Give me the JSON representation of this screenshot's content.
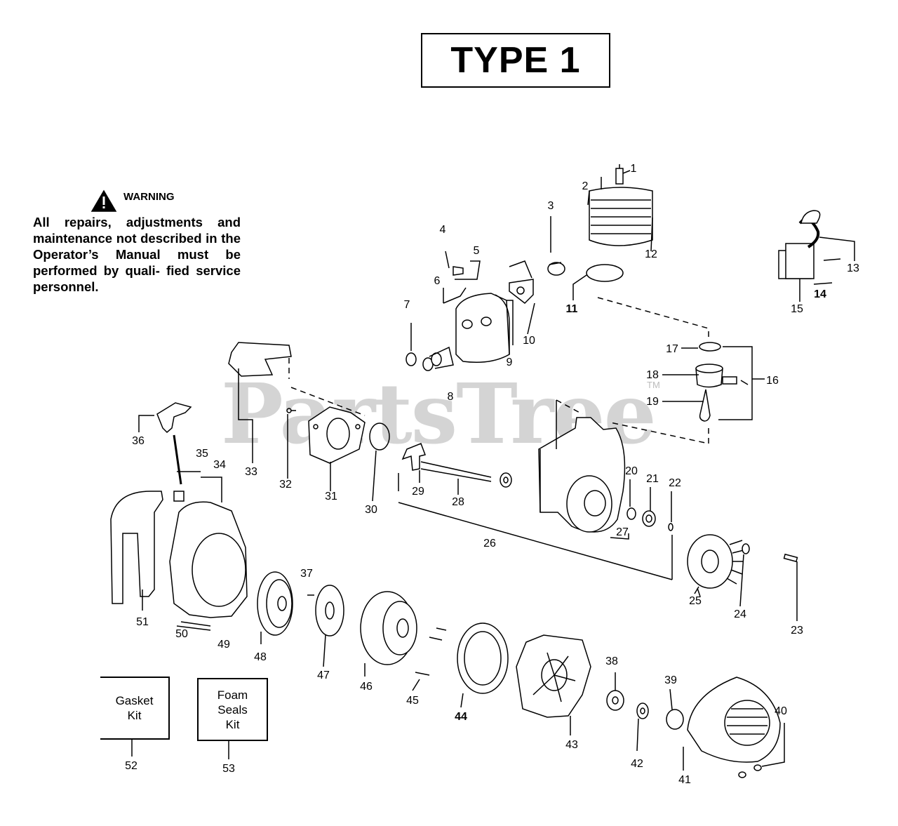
{
  "title": "TYPE 1",
  "warning": {
    "heading": "WARNING",
    "text": "All repairs, adjustments and maintenance not described in the Operator’s Manual must be performed by quali- fied service personnel."
  },
  "watermark": "PartsTree",
  "trademark": "TM",
  "kits": {
    "gasket_label": "Gasket Kit",
    "foam_label": "Foam Seals Kit"
  },
  "part_numbers": {
    "p1": "1",
    "p2": "2",
    "p3": "3",
    "p4": "4",
    "p5": "5",
    "p6": "6",
    "p7": "7",
    "p8": "8",
    "p9": "9",
    "p10": "10",
    "p11": "11",
    "p12": "12",
    "p13": "13",
    "p14": "14",
    "p15": "15",
    "p16": "16",
    "p17": "17",
    "p18": "18",
    "p19": "19",
    "p20": "20",
    "p21": "21",
    "p22": "22",
    "p23": "23",
    "p24": "24",
    "p25": "25",
    "p26": "26",
    "p27": "27",
    "p28": "28",
    "p29": "29",
    "p30": "30",
    "p31": "31",
    "p32": "32",
    "p33": "33",
    "p34": "34",
    "p35": "35",
    "p36": "36",
    "p37": "37",
    "p38": "38",
    "p39": "39",
    "p40": "40",
    "p41": "41",
    "p42": "42",
    "p43": "43",
    "p44": "44",
    "p45": "45",
    "p46": "46",
    "p47": "47",
    "p48": "48",
    "p49": "49",
    "p50": "50",
    "p51": "51",
    "p52": "52",
    "p53": "53"
  }
}
